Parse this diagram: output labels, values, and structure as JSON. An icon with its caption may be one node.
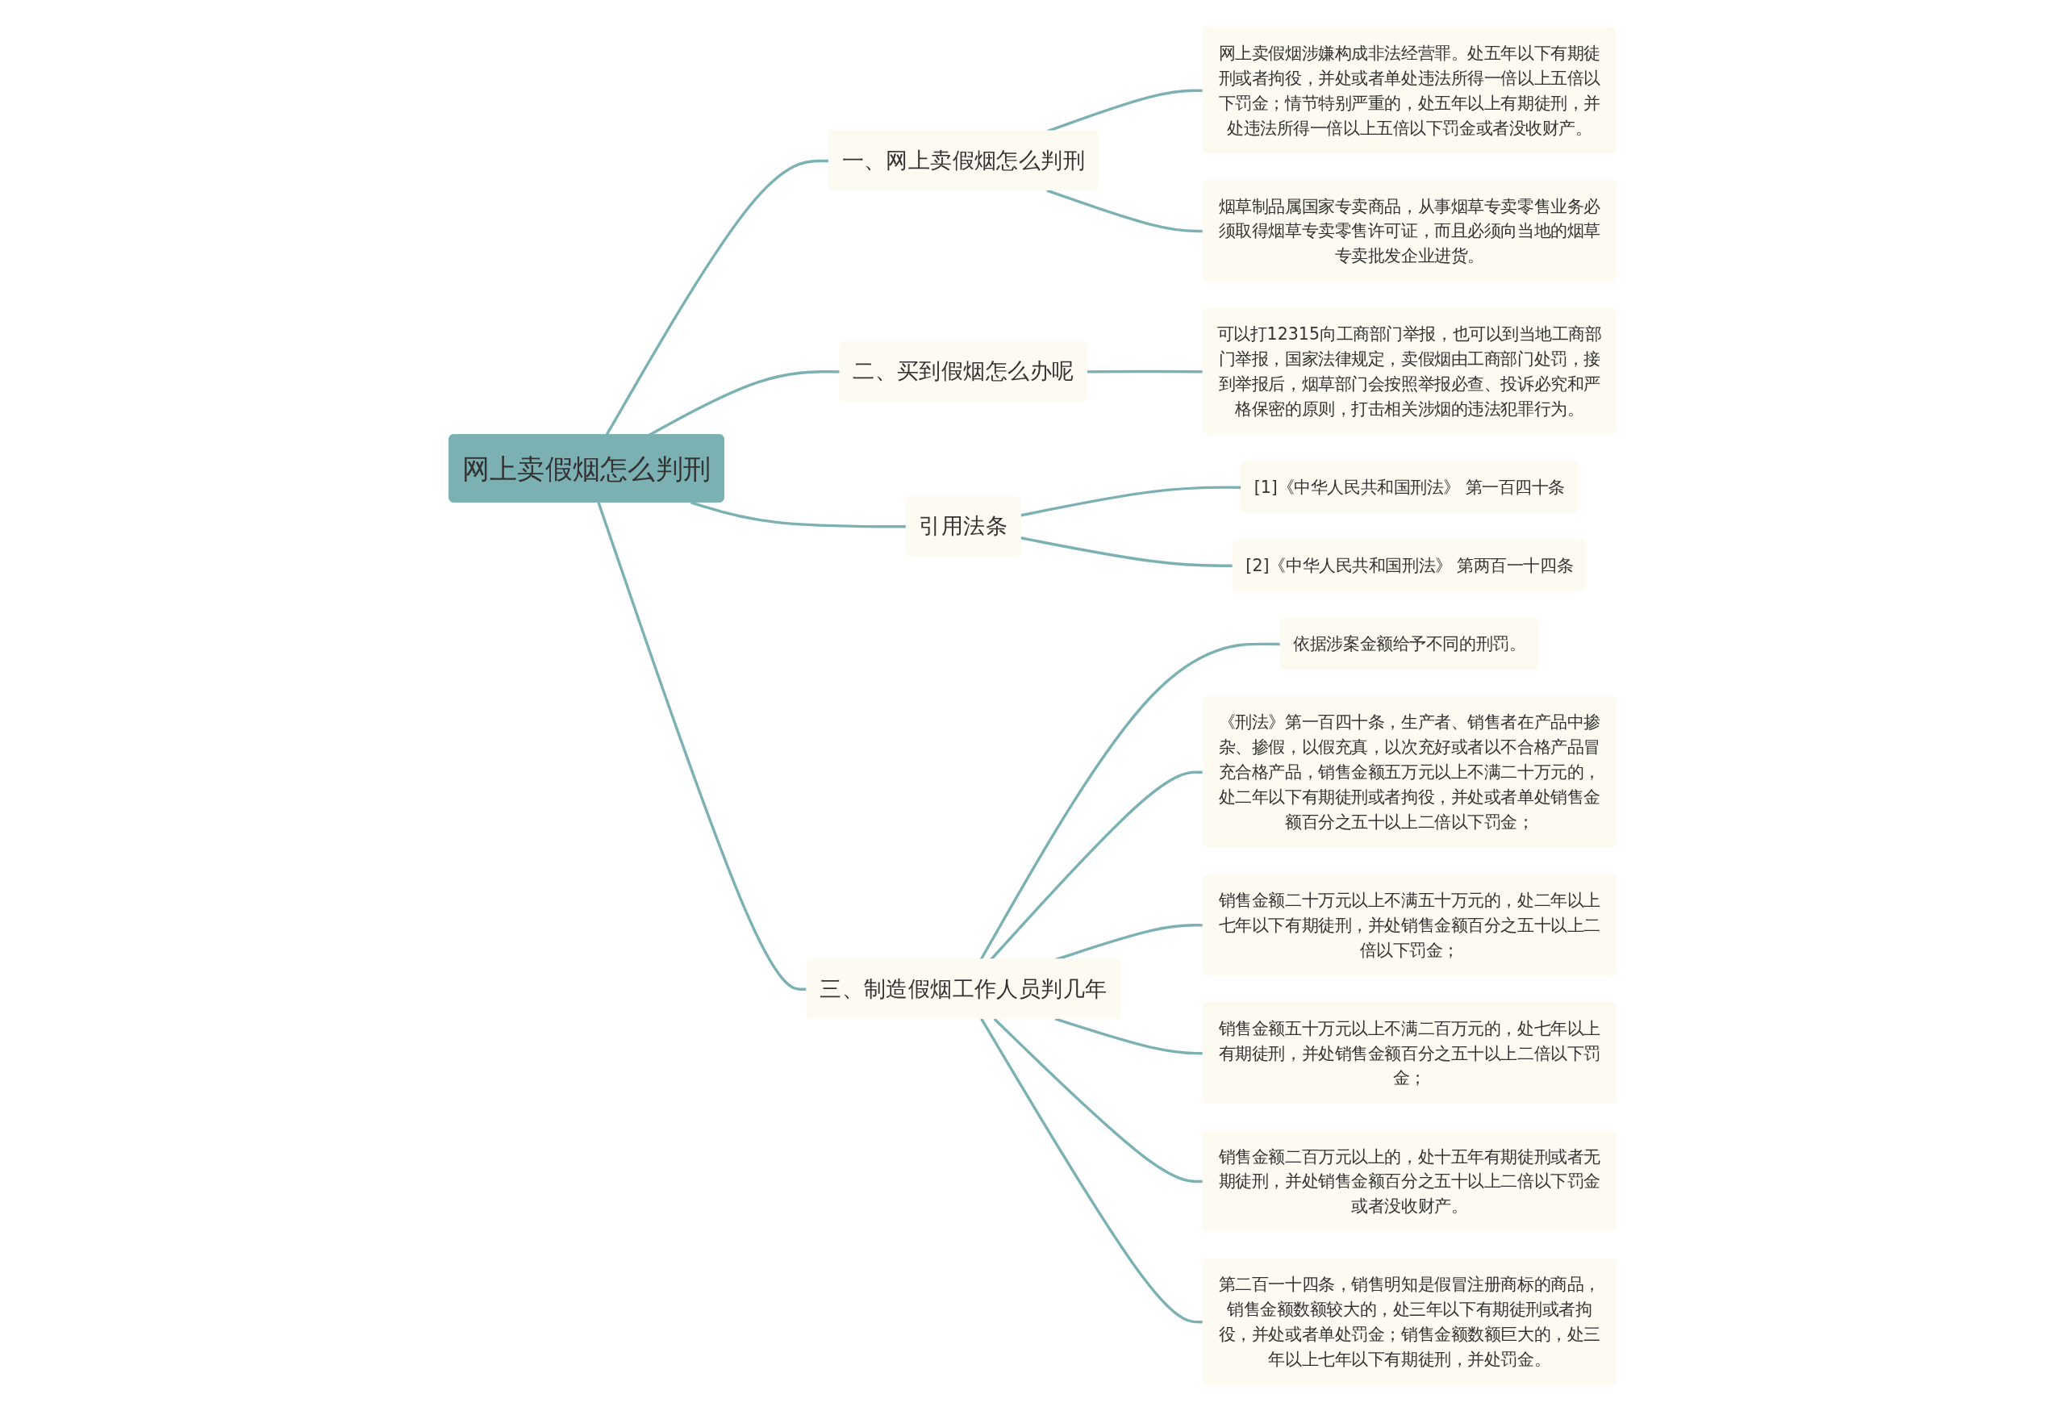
{
  "diagram": {
    "nodes": [
      {
        "text": [
          "网上卖假烟怎么判刑"
        ]
      },
      {
        "text": [
          "一、网上卖假烟怎么判刑"
        ]
      },
      {
        "text": [
          "网上卖假烟涉嫌构成非法经营罪。处五年以下有期徒刑或者拘役，并处或者单处违法所得一倍以上五倍以下罚金；情节特别严重的，处五年以上有期徒刑，并处违法所得一倍以上五倍以下罚金或者没收财产。"
        ]
      },
      {
        "text": [
          "烟草制品属国家专卖商品，从事烟草专卖零售业务必须取得烟草专卖零售许可证，而且必须向当地的烟草专卖批发企业进货。"
        ]
      },
      {
        "text": [
          "二、买到假烟怎么办呢"
        ]
      },
      {
        "text": [
          "可以打12315向工商部门举报，也可以到当地工商部门举报，国家法律规定，卖假烟由工商部门处罚，接到举报后，烟草部门会按照举报必查、投诉必究和严格保密的原则，打击相关涉烟的违法犯罪行为。"
        ]
      },
      {
        "text": [
          "引用法条"
        ]
      },
      {
        "text": [
          "[1]《中华人民共和国刑法》 第一百四十条"
        ]
      },
      {
        "text": [
          "[2]《中华人民共和国刑法》 第两百一十四条"
        ]
      },
      {
        "text": [
          "三、制造假烟工作人员判几年"
        ]
      },
      {
        "text": [
          "依据涉案金额给予不同的刑罚。"
        ]
      },
      {
        "text": [
          "《刑法》第一百四十条，生产者、销售者在产品中掺杂、掺假，以假充真，以次充好或者以不合格产品冒充合格产品，销售金额五万元以上不满二十万元的，处二年以下有期徒刑或者拘役，并处或者单处销售金额百分之五十以上二倍以下罚金；"
        ]
      },
      {
        "text": [
          "销售金额二十万元以上不满五十万元的，处二年以上七年以下有期徒刑，并处销售金额百分之五十以上二倍以下罚金；"
        ]
      },
      {
        "text": [
          "销售金额五十万元以上不满二百万元的，处七年以上有期徒刑，并处销售金额百分之五十以上二倍以下罚金；"
        ]
      },
      {
        "text": [
          "销售金额二百万元以上的，处十五年有期徒刑或者无期徒刑，并处销售金额百分之五十以上二倍以下罚金或者没收财产。"
        ]
      },
      {
        "text": [
          "第二百一十四条，销售明知是假冒注册商标的商品，销售金额数额较大的，处三年以下有期徒刑或者拘役，并处或者单处罚金；销售金额数额巨大的，处三年以上七年以下有期徒刑，并处罚金。"
        ]
      }
    ],
    "edges": [
      {
        "from": 0,
        "to": 1,
        "arrow": "none"
      },
      {
        "from": 1,
        "to": 2,
        "arrow": "none"
      },
      {
        "from": 1,
        "to": 3,
        "arrow": "none"
      },
      {
        "from": 0,
        "to": 4,
        "arrow": "none"
      },
      {
        "from": 4,
        "to": 5,
        "arrow": "none"
      },
      {
        "from": 0,
        "to": 6,
        "arrow": "none"
      },
      {
        "from": 6,
        "to": 7,
        "arrow": "none"
      },
      {
        "from": 6,
        "to": 8,
        "arrow": "none"
      },
      {
        "from": 0,
        "to": 9,
        "arrow": "none"
      },
      {
        "from": 9,
        "to": 10,
        "arrow": "none"
      },
      {
        "from": 9,
        "to": 11,
        "arrow": "none"
      },
      {
        "from": 9,
        "to": 12,
        "arrow": "none"
      },
      {
        "from": 9,
        "to": 13,
        "arrow": "none"
      },
      {
        "from": 9,
        "to": 14,
        "arrow": "none"
      },
      {
        "from": 9,
        "to": 15,
        "arrow": "none"
      }
    ]
  }
}
